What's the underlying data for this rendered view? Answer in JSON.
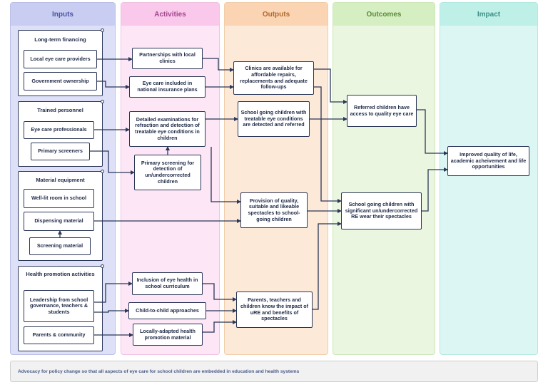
{
  "columns": {
    "inputs": "Inputs",
    "activities": "Activities",
    "outputs": "Outputs",
    "outcomes": "Outcomes",
    "impact": "Impact"
  },
  "colors": {
    "inputs": "#dde0f7",
    "activities": "#fde6f5",
    "outputs": "#fde9d7",
    "outcomes": "#eaf6df",
    "impact": "#dcf7f3"
  },
  "inputs": {
    "financing": {
      "title": "Long-term financing",
      "items": [
        "Local eye care providers",
        "Government ownership"
      ]
    },
    "personnel": {
      "title": "Trained personnel",
      "items": [
        "Eye care professionals",
        "Primary screeners"
      ]
    },
    "equipment": {
      "title": "Material equipment",
      "items": [
        "Well-lit room in school",
        "Dispensing material",
        "Screening material"
      ]
    },
    "promotion": {
      "title": "Health promotion activities",
      "items": [
        "Leadership from school governance, teachers & students",
        "Parents & community"
      ]
    }
  },
  "activities": [
    "Partnerships with local clinics",
    "Eye care included in national insurance plans",
    "Detailed examinations for refraction and detection of treatable eye conditions in children",
    "Primary screening for detection of un/undercorrected children",
    "Inclusion of eye health in school curriculum",
    "Child-to-child approaches",
    "Locally-adapted health promotion material"
  ],
  "outputs": [
    "Clinics are available for affordable repairs, replacements and adequate follow-ups",
    "School going children with treatable eye conditions are detected and referred",
    "Provision of quality, suitable and likeable spectacles to school-going children",
    "Parents, teachers and children know the impact of uRE and benefits of spectacles"
  ],
  "outcomes": [
    "Referred children have access to quality eye care",
    "School going children with significant un/undercorrected RE wear their spectacles"
  ],
  "impact": [
    "Improved quality of life, academic acheivement and life opportunities"
  ],
  "footer": "Advocacy for policy change so that all aspects of eye care for school children are embedded in education and health systems"
}
